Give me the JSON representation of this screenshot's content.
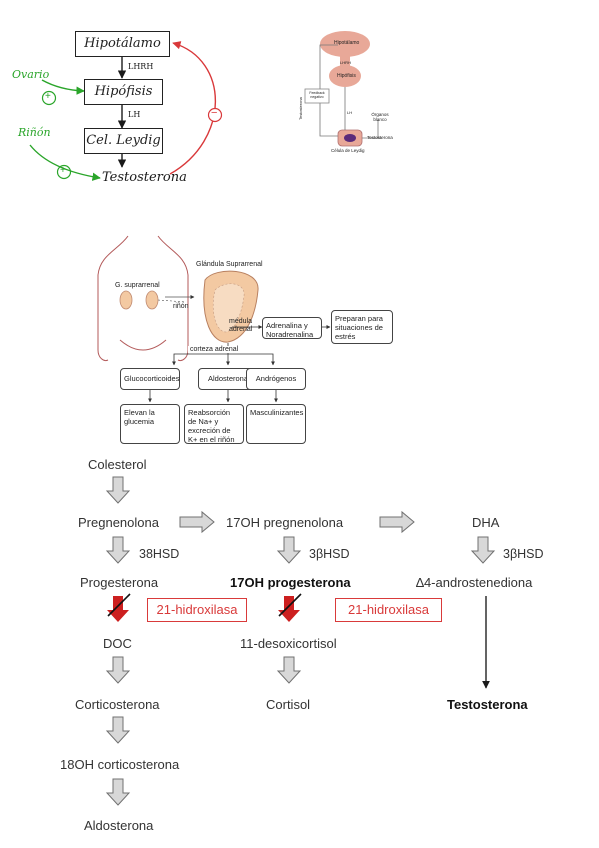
{
  "axis_diagram": {
    "boxes": [
      "Hipotálamo",
      "Hipófisis",
      "Cel. Leydig"
    ],
    "testosterone": "Testosterona",
    "hormones": [
      "LHRH",
      "LH"
    ],
    "ovary_label": "Ovario",
    "kidney_label": "Riñón",
    "plus": "+",
    "minus": "−",
    "colors": {
      "green": "#2aa52a",
      "red": "#d9383a",
      "ink": "#1a1a1a"
    }
  },
  "mini_diagram": {
    "hypothalamus": "Hipotálamo",
    "hypophysis": "Hipófisis",
    "testosterone": "Testosterona",
    "leydig": "Célula de Leydig",
    "targets": "Órganos blanco",
    "lhrh": "LHRH",
    "lh": "LH",
    "side_box": "Feedback negativo",
    "vertical": "Testosterona",
    "colors": {
      "tissue": "#e8a898"
    }
  },
  "adrenal_diagram": {
    "gland_title": "Glándula Suprarrenal",
    "supra_label": "G. suprarrenal",
    "kidney": "riñón",
    "medulla": "médula adrenal",
    "medulla_box": "Adrenalina y Noradrenalina",
    "stress_box": "Preparan para situaciones de estrés",
    "cortex": "corteza adrenal",
    "cortex_boxes": [
      "Glucocorticoides",
      "Aldosterona",
      "Andrógenos"
    ],
    "effect_boxes": [
      "Elevan la glucemia",
      "Reabsorción de Na+ y excreción de K+ en el riñón",
      "Masculinizantes"
    ],
    "colors": {
      "gland": "#f3c9a2",
      "skin": "#b35a5a"
    }
  },
  "pathway": {
    "col1": [
      "Colesterol",
      "Pregnenolona",
      "Progesterona",
      "DOC",
      "Corticosterona",
      "18OH corticosterona",
      "Aldosterona"
    ],
    "col2": [
      "17OH pregnenolona",
      "17OH progesterona",
      "11-desoxicortisol",
      "Cortisol"
    ],
    "col3": [
      "DHA",
      "∆4-androstenediona",
      "Testosterona"
    ],
    "enzymes": [
      "38HSD",
      "3βHSD",
      "3βHSD"
    ],
    "block_label": "21-hidroxilasa",
    "colors": {
      "arrow_fill": "#d8d8d8",
      "arrow_stroke": "#707070",
      "block": "#cc1f1f"
    }
  }
}
